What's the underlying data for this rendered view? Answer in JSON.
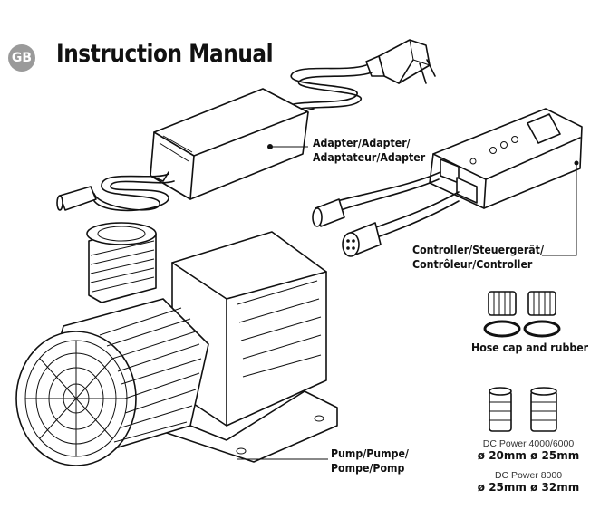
{
  "header": {
    "badge": "GB",
    "title": "Instruction Manual"
  },
  "labels": {
    "adapter_line1": "Adapter/Adapter/",
    "adapter_line2": "Adaptateur/Adapter",
    "controller_line1": "Controller/Steuergerät/",
    "controller_line2": "Contrôleur/Controller",
    "hose_cap": "Hose cap and rubber",
    "pump_line1": "Pump/Pumpe/",
    "pump_line2": "Pompe/Pomp"
  },
  "fittings": {
    "group1_title": "DC Power 4000/6000",
    "group1_d1": "ø 20mm",
    "group1_d2": "ø 25mm",
    "group2_title": "DC Power 8000",
    "group2_d1": "ø 25mm",
    "group2_d2": "ø 32mm"
  }
}
